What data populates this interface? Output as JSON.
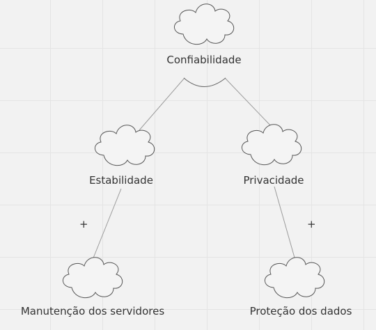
{
  "diagram": {
    "nodes": {
      "root": {
        "label": "Confiabilidade"
      },
      "left": {
        "label": "Estabilidade"
      },
      "right": {
        "label": "Privacidade"
      },
      "left_child": {
        "label": "Manutenção dos servidores"
      },
      "right_child": {
        "label": "Proteção dos dados"
      }
    },
    "contributions": {
      "left_sign": "+",
      "right_sign": "+"
    }
  }
}
